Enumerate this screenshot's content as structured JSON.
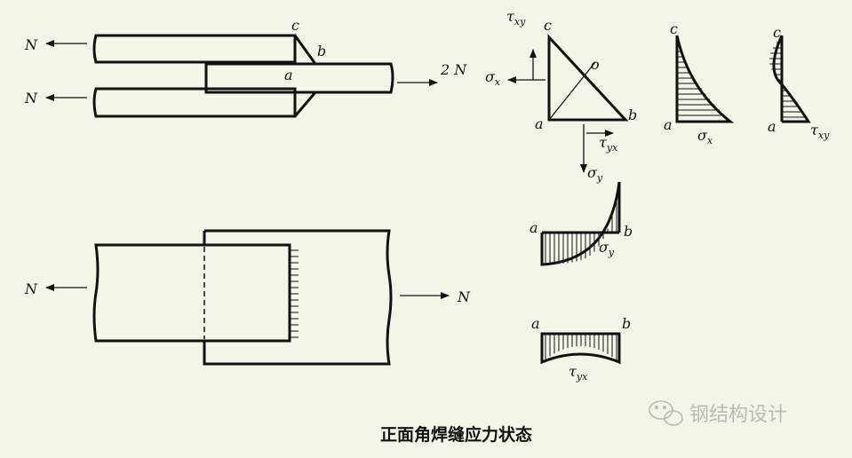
{
  "labels": {
    "N": "N",
    "two_N": "2 N",
    "c": "c",
    "b": "b",
    "a": "a",
    "o": "o",
    "tau": "τ",
    "sigma": "σ",
    "sub_xy": "xy",
    "sub_yx": "yx",
    "sub_x": "x",
    "sub_y": "y"
  },
  "caption": "正面角焊缝应力状态",
  "watermark": "钢结构设计",
  "colors": {
    "background": "#f1f6e7",
    "ink": "#111111",
    "watermark": "#b7bcb2"
  },
  "icons": {
    "watermark_logo": "wechat-logo-icon"
  }
}
